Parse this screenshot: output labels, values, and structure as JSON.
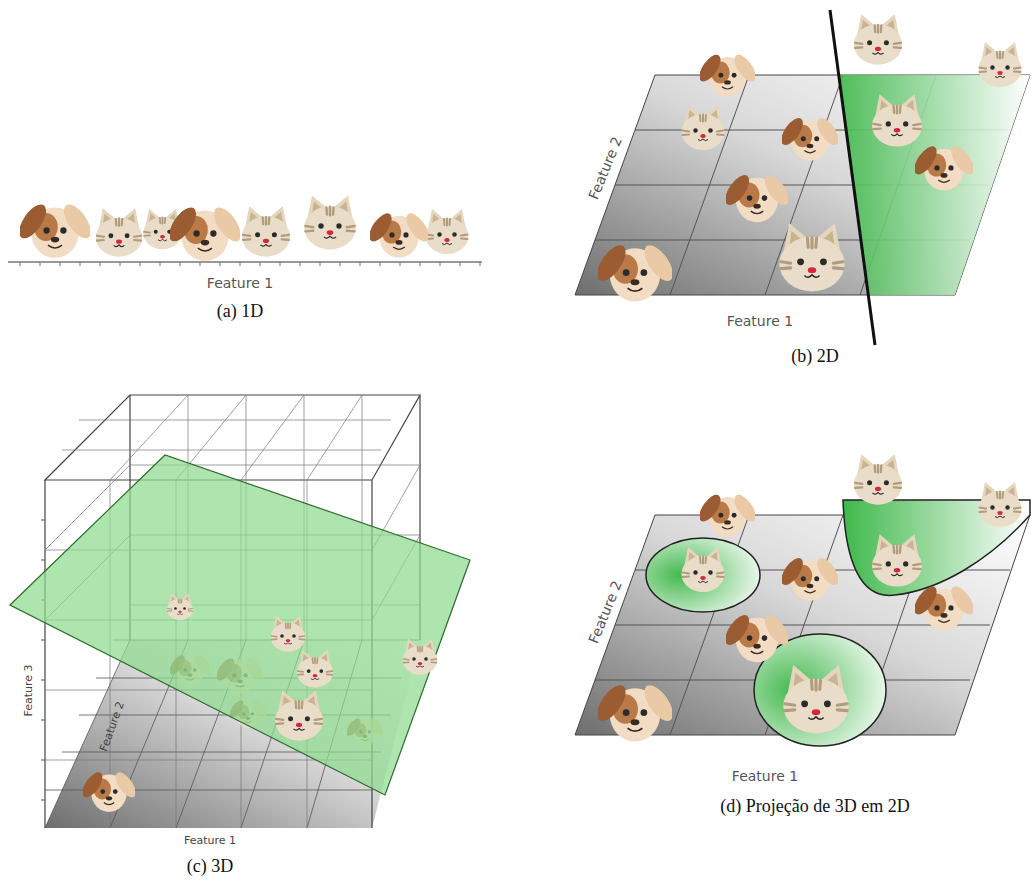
{
  "diagram": {
    "labels": [
      "Feature 1",
      "(a) 1D",
      "Feature 2",
      "Feature 1",
      "(b) 2D",
      "Feature 3",
      "Feature 2",
      "Feature 1",
      "(c) 3D",
      "Feature 2",
      "Feature 1",
      "(d) Projeção de 3D em 2D"
    ]
  }
}
